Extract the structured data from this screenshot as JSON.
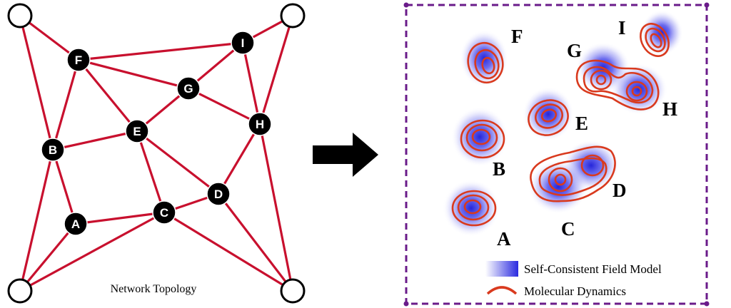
{
  "left_panel": {
    "caption": "Network Topology",
    "colors": {
      "edge": "#c8102e",
      "node_fill": "#000000",
      "node_text": "#ffffff",
      "terminal_fill": "#ffffff",
      "terminal_stroke": "#000000"
    },
    "nodes": [
      {
        "id": "F",
        "label": "F"
      },
      {
        "id": "I",
        "label": "I"
      },
      {
        "id": "G",
        "label": "G"
      },
      {
        "id": "E",
        "label": "E"
      },
      {
        "id": "H",
        "label": "H"
      },
      {
        "id": "B",
        "label": "B"
      },
      {
        "id": "D",
        "label": "D"
      },
      {
        "id": "A",
        "label": "A"
      },
      {
        "id": "C",
        "label": "C"
      }
    ],
    "terminals": [
      "TL",
      "TR",
      "BL",
      "BR"
    ],
    "edges": [
      [
        "TL",
        "F"
      ],
      [
        "TL",
        "B"
      ],
      [
        "TR",
        "I"
      ],
      [
        "TR",
        "H"
      ],
      [
        "F",
        "I"
      ],
      [
        "F",
        "G"
      ],
      [
        "F",
        "E"
      ],
      [
        "F",
        "B"
      ],
      [
        "I",
        "G"
      ],
      [
        "I",
        "H"
      ],
      [
        "G",
        "E"
      ],
      [
        "G",
        "H"
      ],
      [
        "E",
        "B"
      ],
      [
        "E",
        "C"
      ],
      [
        "E",
        "D"
      ],
      [
        "H",
        "D"
      ],
      [
        "H",
        "BR"
      ],
      [
        "B",
        "A"
      ],
      [
        "B",
        "BL"
      ],
      [
        "A",
        "C"
      ],
      [
        "A",
        "BL"
      ],
      [
        "C",
        "D"
      ],
      [
        "C",
        "BL"
      ],
      [
        "C",
        "BR"
      ],
      [
        "D",
        "BR"
      ]
    ]
  },
  "arrow": {
    "color": "#000000",
    "direction": "right"
  },
  "right_panel": {
    "frame_color": "#6a1b8a",
    "blob_color": "#2a2ae0",
    "contour_color": "#d93a1e",
    "clusters": [
      {
        "id": "F",
        "label": "F"
      },
      {
        "id": "I",
        "label": "I"
      },
      {
        "id": "G",
        "label": "G"
      },
      {
        "id": "H",
        "label": "H"
      },
      {
        "id": "E",
        "label": "E"
      },
      {
        "id": "B",
        "label": "B"
      },
      {
        "id": "D",
        "label": "D"
      },
      {
        "id": "A",
        "label": "A"
      },
      {
        "id": "C",
        "label": "C"
      }
    ],
    "legend": [
      {
        "symbol": "blue-gradient",
        "label": "Self-Consistent Field Model"
      },
      {
        "symbol": "red-arc",
        "label": "Molecular Dynamics"
      }
    ]
  }
}
